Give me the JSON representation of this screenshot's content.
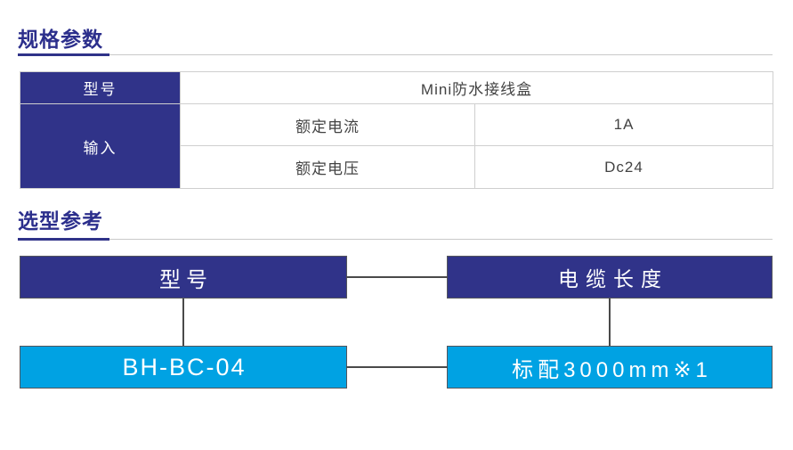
{
  "colors": {
    "primary_dark": "#303389",
    "primary_light": "#00a2e3",
    "heading": "#2c2f8c",
    "table_border": "#cfcfcf",
    "table_text": "#434343",
    "connector": "#4a4a4a",
    "rule_gray": "#c9c9c9",
    "box_border": "#54565c"
  },
  "spec_section": {
    "heading": "规格参数",
    "table": {
      "rows": [
        {
          "header": "型号",
          "value": "Mini防水接线盒"
        },
        {
          "header": "输入",
          "items": [
            {
              "label": "额定电流",
              "value": "1A"
            },
            {
              "label": "额定电压",
              "value": "Dc24"
            }
          ]
        }
      ]
    }
  },
  "selection_section": {
    "heading": "选型参考",
    "diagram": {
      "model": {
        "title": "型号",
        "value": "BH-BC-04"
      },
      "cable": {
        "title": "电缆长度",
        "value": "标配3000mm※1"
      }
    }
  }
}
